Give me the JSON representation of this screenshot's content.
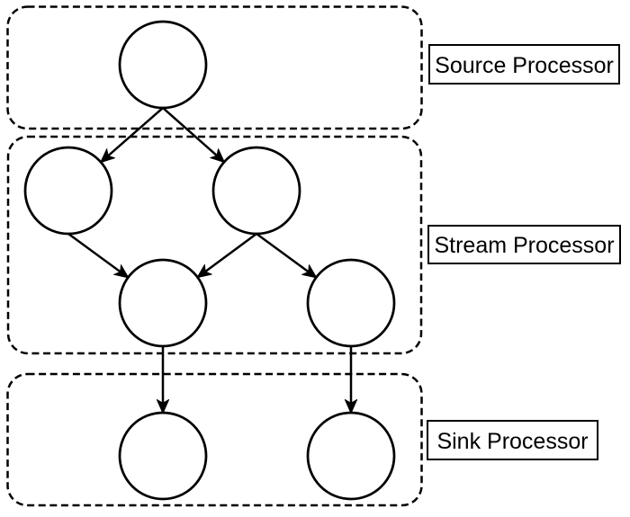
{
  "page": {
    "background_color": "#ffffff",
    "stroke_color": "#000000",
    "node_fill_color": "#ffffff"
  },
  "diagram": {
    "type": "stream-topology",
    "groups": [
      {
        "id": "source",
        "label": "Source Processor",
        "node_count": 1
      },
      {
        "id": "stream",
        "label": "Stream Processor",
        "node_count": 4
      },
      {
        "id": "sink",
        "label": "Sink Processor",
        "node_count": 2
      }
    ],
    "nodes": [
      {
        "id": "source-1",
        "group": "source"
      },
      {
        "id": "stream-1",
        "group": "stream"
      },
      {
        "id": "stream-2",
        "group": "stream"
      },
      {
        "id": "stream-3",
        "group": "stream"
      },
      {
        "id": "stream-4",
        "group": "stream"
      },
      {
        "id": "sink-1",
        "group": "sink"
      },
      {
        "id": "sink-2",
        "group": "sink"
      }
    ],
    "edges": [
      {
        "from": "source-1",
        "to": "stream-1"
      },
      {
        "from": "source-1",
        "to": "stream-2"
      },
      {
        "from": "stream-1",
        "to": "stream-3"
      },
      {
        "from": "stream-2",
        "to": "stream-3"
      },
      {
        "from": "stream-2",
        "to": "stream-4"
      },
      {
        "from": "stream-3",
        "to": "sink-1"
      },
      {
        "from": "stream-4",
        "to": "sink-2"
      }
    ]
  }
}
